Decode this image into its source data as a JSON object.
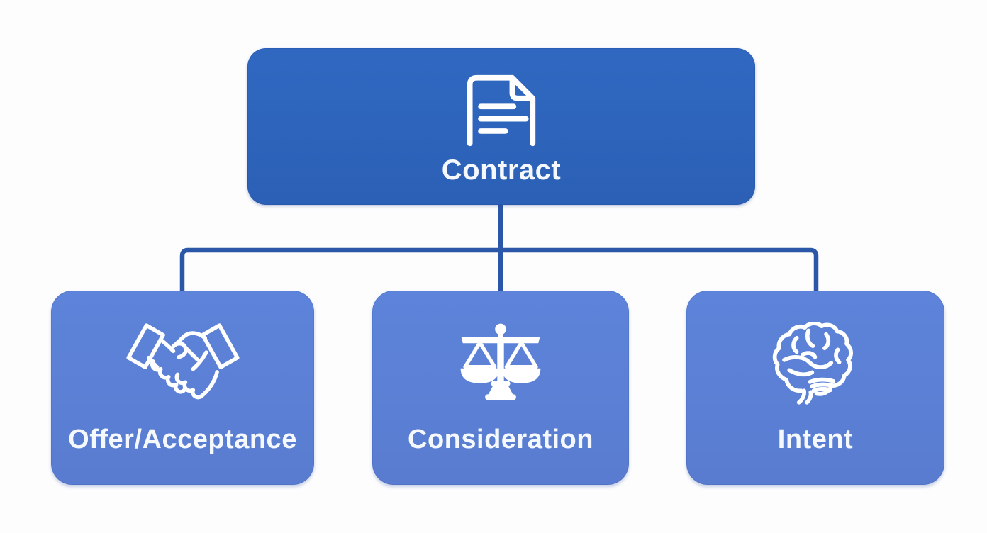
{
  "diagram": {
    "background_color": "#fdfdfe",
    "connector_color": "#2c56a8",
    "node_text_color": "#f5f8fd",
    "icon_color": "#ffffff",
    "root_node": {
      "label": "Contract",
      "icon": "document-icon",
      "background_color": "#2e65bd"
    },
    "child_nodes": [
      {
        "label": "Offer/Acceptance",
        "icon": "handshake-icon",
        "background_color": "#5b80d6"
      },
      {
        "label": "Consideration",
        "icon": "scales-icon",
        "background_color": "#5b80d6"
      },
      {
        "label": "Intent",
        "icon": "brain-icon",
        "background_color": "#5b80d6"
      }
    ]
  }
}
